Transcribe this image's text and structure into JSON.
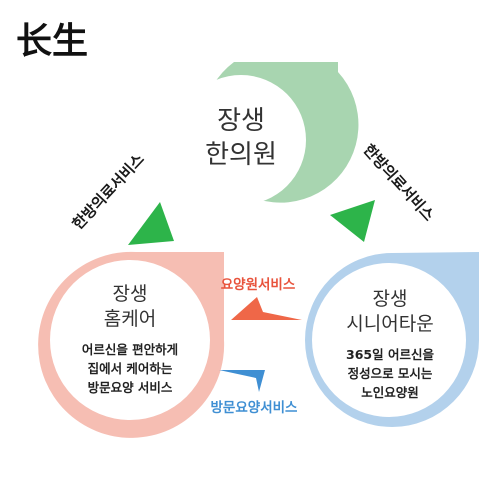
{
  "logo": {
    "text": "长生"
  },
  "center": {
    "title_line1": "장생",
    "title_line2": "한의원"
  },
  "left": {
    "title_line1": "장생",
    "title_line2": "홈케어",
    "desc_line1": "어르신을 편안하게",
    "desc_line2": "집에서 케어하는",
    "desc_line3": "방문요양 서비스"
  },
  "right": {
    "title_line1": "장생",
    "title_line2": "시니어타운",
    "desc_line1": "365일 어르신을",
    "desc_line2": "정성으로 모시는",
    "desc_line3": "노인요양원"
  },
  "arrows": {
    "left_diagonal": "한방의료서비스",
    "right_diagonal": "한방의료서비스",
    "top_horizontal": "요양원서비스",
    "bottom_horizontal": "방문요양서비스"
  },
  "colors": {
    "center_blob": "#a8d5b0",
    "left_blob": "#f6beb3",
    "right_blob": "#b3d1ec",
    "triangle_green": "#2db44a",
    "arrow_red": "#ef6748",
    "arrow_blue": "#3f8fd3",
    "label_red": "#e8533c",
    "label_blue": "#3f8fd3"
  }
}
